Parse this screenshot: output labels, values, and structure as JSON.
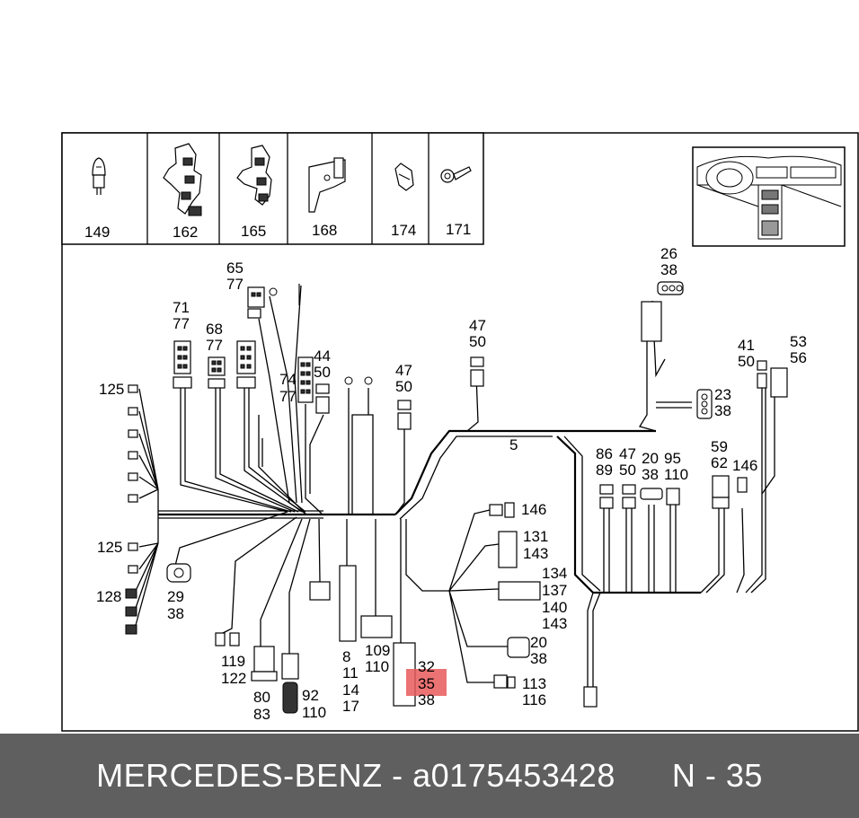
{
  "footer": {
    "brand": "MERCEDES-BENZ",
    "separator": " - ",
    "part_number": "a0175453428",
    "position": "N - 35"
  },
  "highlight_color": "#e85a5a",
  "accessory_labels": [
    "149",
    "162",
    "165",
    "168",
    "174",
    "171"
  ],
  "callouts": {
    "c65": "65",
    "c77a": "77",
    "c71": "71",
    "c77b": "77",
    "c68": "68",
    "c77c": "77",
    "c44": "44",
    "c50a": "50",
    "c74": "74",
    "c77d": "77",
    "c47a": "47",
    "c50b": "50",
    "c47b": "47",
    "c50c": "50",
    "c26": "26",
    "c38a": "38",
    "c41": "41",
    "c50d": "50",
    "c53": "53",
    "c56": "56",
    "c23": "23",
    "c38b": "38",
    "c5": "5",
    "c86": "86",
    "c89": "89",
    "c47c": "47",
    "c50e": "50",
    "c20a": "20",
    "c38c": "38",
    "c95": "95",
    "c110a": "110",
    "c59": "59",
    "c62": "62",
    "c146a": "146",
    "c125a": "125",
    "c125b": "125",
    "c128": "128",
    "c29": "29",
    "c38d": "38",
    "c146b": "146",
    "c131": "131",
    "c143a": "143",
    "c134": "134",
    "c137": "137",
    "c140": "140",
    "c143b": "143",
    "c20b": "20",
    "c38e": "38",
    "c113": "113",
    "c116": "116",
    "c119": "119",
    "c122": "122",
    "c80": "80",
    "c83": "83",
    "c92": "92",
    "c110b": "110",
    "c8": "8",
    "c11": "11",
    "c14": "14",
    "c17": "17",
    "c109": "109",
    "c110c": "110",
    "c32": "32",
    "c35": "35",
    "c38f": "38"
  }
}
